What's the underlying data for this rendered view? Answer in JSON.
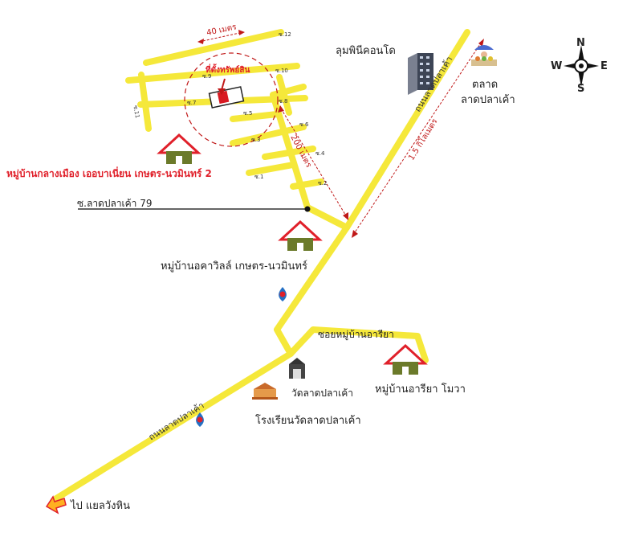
{
  "colors": {
    "road": "#f5e83a",
    "road_edge": "#d7c91e",
    "accent_red": "#e0202a",
    "house_green": "#6b7a2a",
    "dash": "#c01818"
  },
  "compass": {
    "n": "N",
    "s": "S",
    "e": "E",
    "w": "W"
  },
  "labels": {
    "condo": "ลุมพินีคอนโด",
    "market_1": "ตลาด",
    "market_2": "ลาดปลาเค้า",
    "road_top": "ถนนลาดปลาเค้า",
    "road_bottom": "ถนนลาดปลาเค้า",
    "dist_15km": "1.5 กิโลเมตร",
    "dist_200m": "200 เมตร",
    "dist_40m": "40 เมตร",
    "property": "ที่ตั้งทรัพย์สิน",
    "village_main": "หมู่บ้านกลางเมือง เออบาเนี่ยน เกษตร-นวมินทร์ 2",
    "soi_79": "ซ.ลาดปลาเค้า 79",
    "village_2": "หมู่บ้านอคาวิลล์ เกษตร-นวมินทร์",
    "soi_ariya": "ซอยหมู่บ้านอารียา",
    "village_ariya": "หมู่บ้านอารียา โมวา",
    "temple": "วัดลาดปลาเค้า",
    "school": "โรงเรียนวัดลาดปลาเค้า",
    "to_wangphin": "ไป แยลวังหิน"
  },
  "sois": {
    "s12": "ซ.12",
    "s10": "ซ.10",
    "s9": "ซ.9",
    "s11": "ซ.11",
    "s8": "ซ.8",
    "s7": "ซ.7",
    "s6": "ซ.6",
    "s5": "ซ.5",
    "s4": "ซ.4",
    "s3": "ซ.3",
    "s2": "ซ.2",
    "s1": "ซ.1"
  }
}
